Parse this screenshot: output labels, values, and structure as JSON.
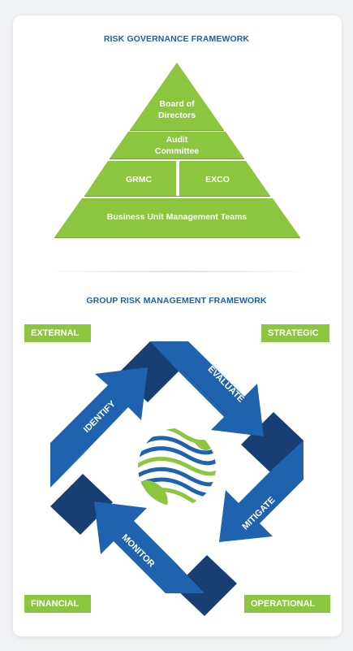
{
  "governance": {
    "title": "RISK GOVERNANCE FRAMEWORK",
    "levels": {
      "board_line1": "Board of",
      "board_line2": "Directors",
      "audit_line1": "Audit",
      "audit_line2": "Committee",
      "grmc": "GRMC",
      "exco": "EXCO",
      "business_units": "Business Unit Management Teams"
    }
  },
  "risk_management": {
    "title": "GROUP RISK MANAGEMENT FRAMEWORK",
    "corners": {
      "top_left": "EXTERNAL",
      "top_right": "STRATEGIC",
      "bottom_left": "FINANCIAL",
      "bottom_right": "OPERATIONAL"
    },
    "cycle": {
      "identify": "IDENTIFY",
      "evaluate": "EVALUATE",
      "mitigate": "MITIGATE",
      "monitor": "MONITOR"
    }
  },
  "colors": {
    "green": "#8cc63f",
    "blue": "#1f62ad",
    "dark_blue": "#173f73",
    "title_blue": "#1f5fa8"
  }
}
